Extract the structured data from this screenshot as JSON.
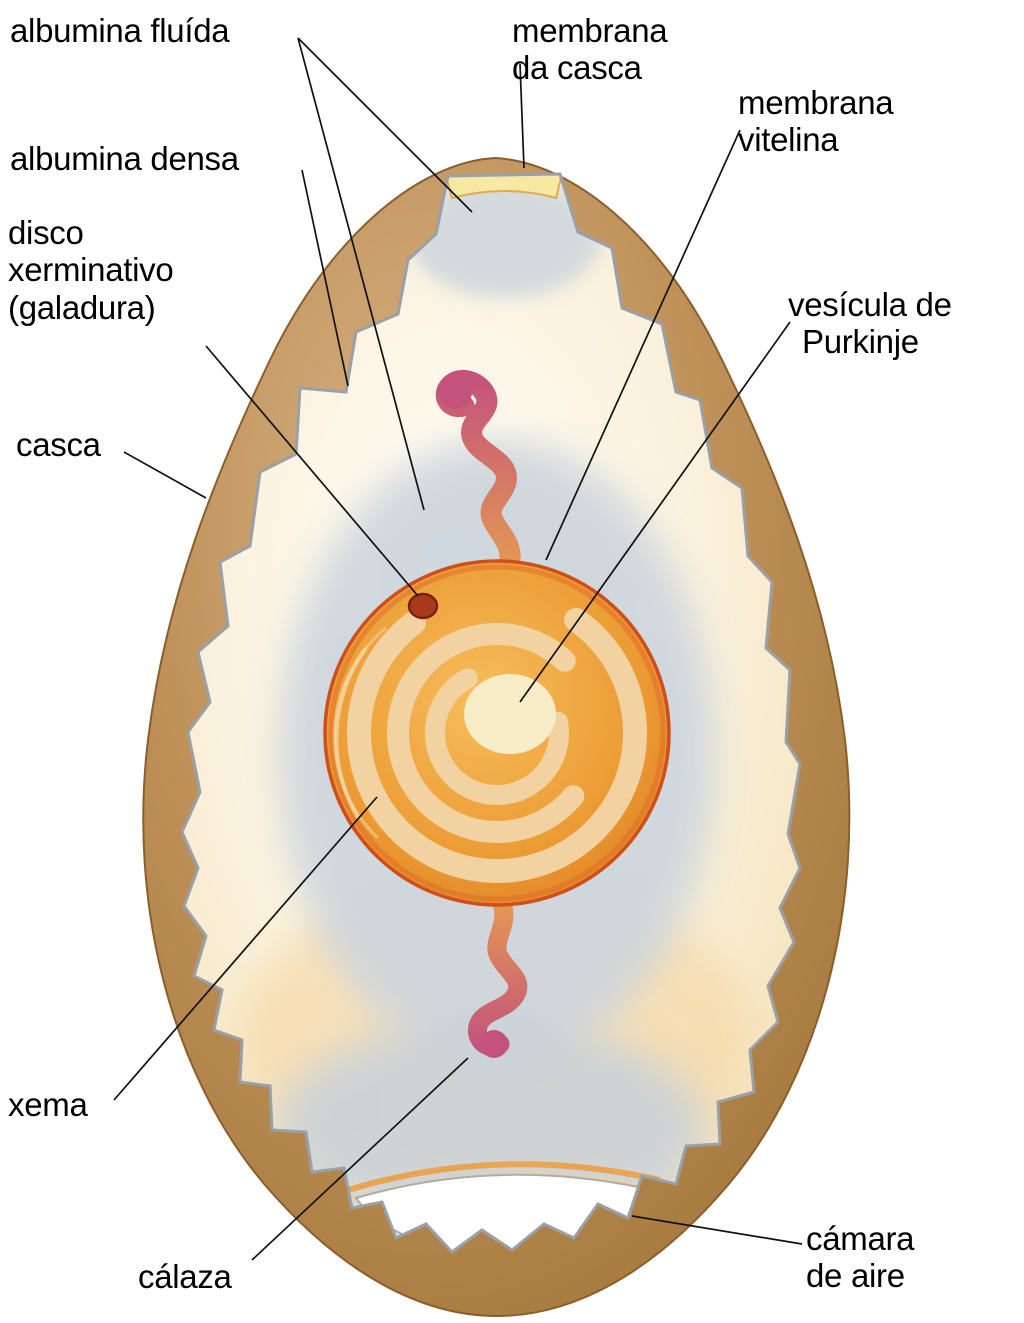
{
  "figure": {
    "kind": "egg-anatomy-diagram"
  },
  "labels": {
    "albumina_fluida": {
      "text": "albumina fluída"
    },
    "membrana_da_casca": {
      "line1": "membrana",
      "line2": "da casca"
    },
    "membrana_vitelina": {
      "line1": "membrana",
      "line2": "vitelina"
    },
    "albumina_densa": {
      "text": "albumina densa"
    },
    "disco_xerminativo": {
      "line1": "disco",
      "line2": "xerminativo",
      "line3": "(galadura)"
    },
    "vesicula_purkinje": {
      "line1": "vesícula de",
      "line2": "Purkinje"
    },
    "casca": {
      "text": "casca"
    },
    "xema": {
      "text": "xema"
    },
    "calaza": {
      "text": "cálaza"
    },
    "camara_de_aire": {
      "line1": "cámara",
      "line2": "de aire"
    }
  },
  "colors": {
    "shell": "#b3854f",
    "shell_light": "#d7b284",
    "shell_dark": "#936c35",
    "albumen": "#f8eed6",
    "albumen_bright": "#fffdf6",
    "dense_albumin": "#ccd5dd",
    "peach": "#f6d8a6",
    "yolk_outer": "#e8912f",
    "yolk_light": "#f6bd5c",
    "yolk_band": "#f2d2a0",
    "yolk_center": "#f7ecc6",
    "yolk_rim": "#ce4e1c",
    "chalaza_pink": "#c4537c",
    "chalaza_orange": "#e59a52",
    "membrane_yellow": "#f7e9a4",
    "membrane_orange": "#e2a94e",
    "germinal_disc": "#a93a1c",
    "air_chamber": "#ffffff",
    "outline_gray": "#9aa0a7",
    "leader_line": "#111111",
    "label_text": "#000000"
  }
}
